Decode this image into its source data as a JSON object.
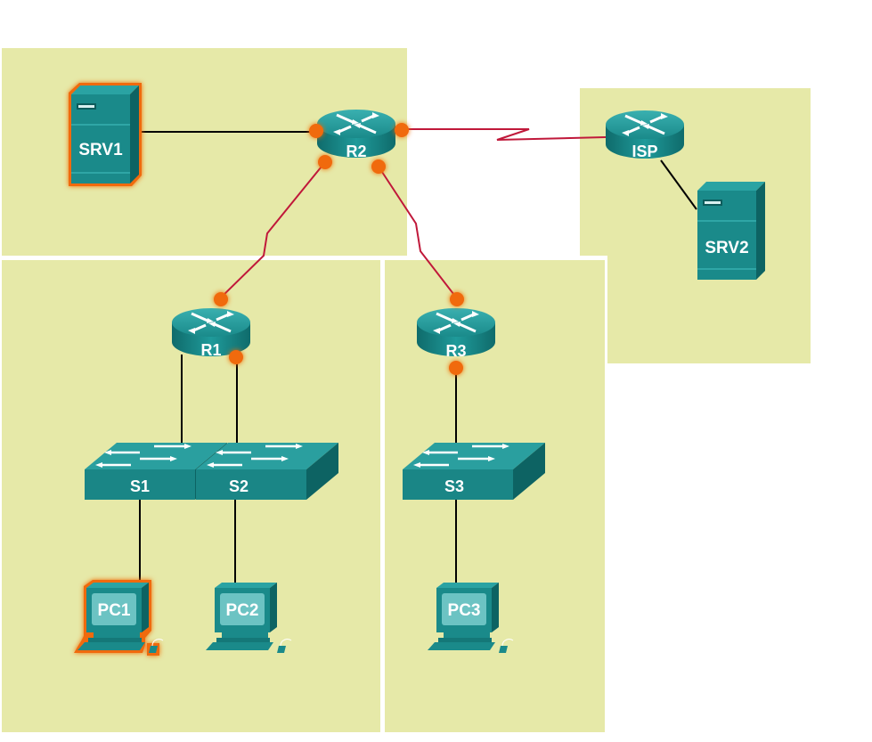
{
  "colors": {
    "zone_fill": "#e6e9a8",
    "device_teal": "#1a8c8c",
    "device_teal_dark": "#0f6e6e",
    "device_teal_light": "#2aa3a3",
    "serial_link": "#c0183a",
    "ethernet_link": "#000000",
    "highlight_orange": "#f06a10"
  },
  "zones": [
    {
      "id": "zone-r2",
      "contains": [
        "SRV1",
        "R2"
      ]
    },
    {
      "id": "zone-isp",
      "contains": [
        "ISP",
        "SRV2"
      ]
    },
    {
      "id": "zone-r1",
      "contains": [
        "R1",
        "S1",
        "S2",
        "PC1",
        "PC2"
      ]
    },
    {
      "id": "zone-r3",
      "contains": [
        "R3",
        "S3",
        "PC3"
      ]
    }
  ],
  "devices": {
    "srv1": {
      "label": "SRV1",
      "type": "server",
      "highlighted": true
    },
    "srv2": {
      "label": "SRV2",
      "type": "server",
      "highlighted": false
    },
    "r2": {
      "label": "R2",
      "type": "router"
    },
    "isp": {
      "label": "ISP",
      "type": "router"
    },
    "r1": {
      "label": "R1",
      "type": "router"
    },
    "r3": {
      "label": "R3",
      "type": "router"
    },
    "s1": {
      "label": "S1",
      "type": "switch"
    },
    "s2": {
      "label": "S2",
      "type": "switch"
    },
    "s3": {
      "label": "S3",
      "type": "switch"
    },
    "pc1": {
      "label": "PC1",
      "type": "pc",
      "highlighted": true
    },
    "pc2": {
      "label": "PC2",
      "type": "pc",
      "highlighted": false
    },
    "pc3": {
      "label": "PC3",
      "type": "pc",
      "highlighted": false
    }
  },
  "links": [
    {
      "from": "SRV1",
      "to": "R2",
      "type": "ethernet"
    },
    {
      "from": "R2",
      "to": "ISP",
      "type": "serial"
    },
    {
      "from": "R2",
      "to": "R1",
      "type": "serial"
    },
    {
      "from": "R2",
      "to": "R3",
      "type": "serial"
    },
    {
      "from": "ISP",
      "to": "SRV2",
      "type": "ethernet"
    },
    {
      "from": "R1",
      "to": "S1",
      "type": "ethernet"
    },
    {
      "from": "R1",
      "to": "S2",
      "type": "ethernet"
    },
    {
      "from": "R3",
      "to": "S3",
      "type": "ethernet"
    },
    {
      "from": "S1",
      "to": "PC1",
      "type": "ethernet"
    },
    {
      "from": "S2",
      "to": "PC2",
      "type": "ethernet"
    },
    {
      "from": "S3",
      "to": "PC3",
      "type": "ethernet"
    }
  ],
  "highlighted_interfaces": [
    "R2-SRV1",
    "R2-ISP",
    "R2-R1",
    "R2-R3",
    "R1-R2",
    "R1-S2",
    "R3-R2",
    "R3-S3"
  ]
}
